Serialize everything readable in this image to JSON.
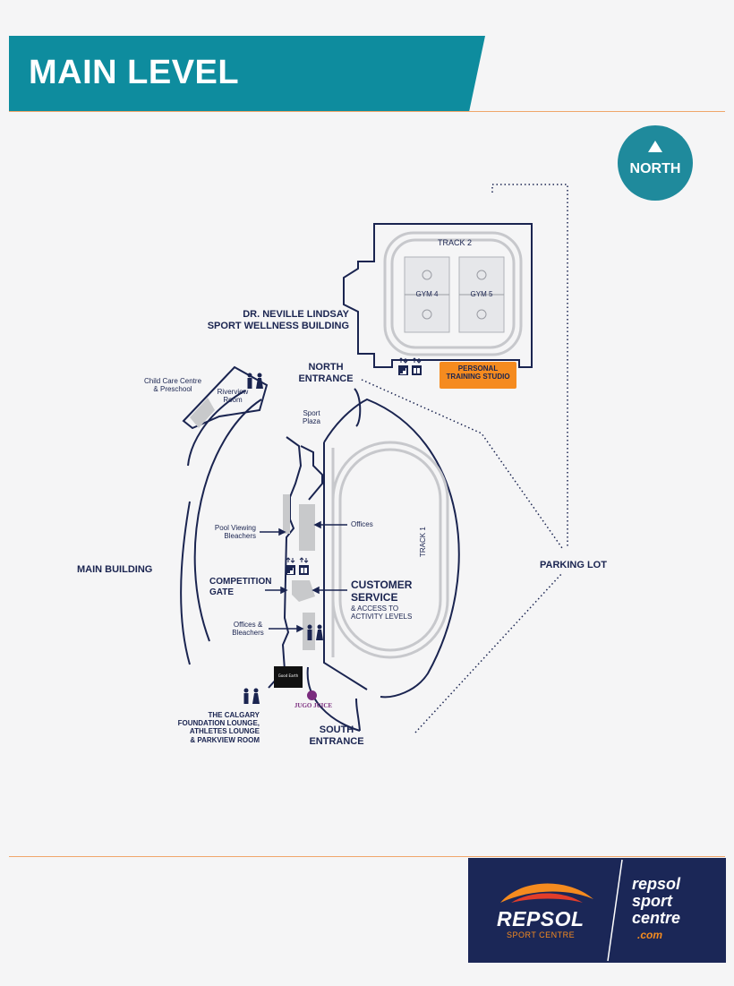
{
  "header": {
    "title": "MAIN LEVEL",
    "banner_color": "#0e8c9e",
    "rule_color": "#f0a66a"
  },
  "north": {
    "label": "NORTH",
    "color": "#1f8a9c"
  },
  "map": {
    "building": {
      "name_line1": "DR. NEVILLE LINDSAY",
      "name_line2": "SPORT WELLNESS BUILDING",
      "track": "TRACK 2",
      "gym_a": "GYM 4",
      "gym_b": "GYM 5",
      "studio_line1": "PERSONAL",
      "studio_line2": "TRAINING STUDIO",
      "studio_color": "#f58b1f"
    },
    "north_entrance": {
      "line1": "NORTH",
      "line2": "ENTRANCE"
    },
    "south_entrance": {
      "line1": "SOUTH",
      "line2": "ENTRANCE"
    },
    "child_care": {
      "line1": "Child Care Centre",
      "line2": "& Preschool"
    },
    "riverview": {
      "line1": "Riverview",
      "line2": "Room"
    },
    "sport_plaza": {
      "line1": "Sport",
      "line2": "Plaza"
    },
    "pool_viewing": {
      "line1": "Pool Viewing",
      "line2": "Bleachers"
    },
    "offices": "Offices",
    "main_building": "MAIN BUILDING",
    "competition_gate": {
      "line1": "COMPETITION",
      "line2": "GATE"
    },
    "customer_service": {
      "line1": "CUSTOMER",
      "line2": "SERVICE",
      "line3": "& ACCESS TO",
      "line4": "ACTIVITY LEVELS"
    },
    "offices_bleachers": {
      "line1": "Offices &",
      "line2": "Bleachers"
    },
    "track1": "TRACK 1",
    "parking_lot": "PARKING LOT",
    "lounge": {
      "line1": "THE CALGARY",
      "line2": "FOUNDATION LOUNGE,",
      "line3": "ATHLETES LOUNGE",
      "line4": "& PARKVIEW ROOM"
    },
    "cafe_logo_text": "Good Earth",
    "jugo_juice": "JUGO JUICE",
    "line_color": "#1a2450",
    "feature_gray": "#c8c9cb"
  },
  "footer": {
    "brand_bg": "#1b2757",
    "repsol": "REPSOL",
    "repsol_sub": "SPORT CENTRE",
    "name_line1": "repsol",
    "name_line2": "sport",
    "name_line3": "centre",
    "web": ".com",
    "accent": "#f58b1f"
  }
}
